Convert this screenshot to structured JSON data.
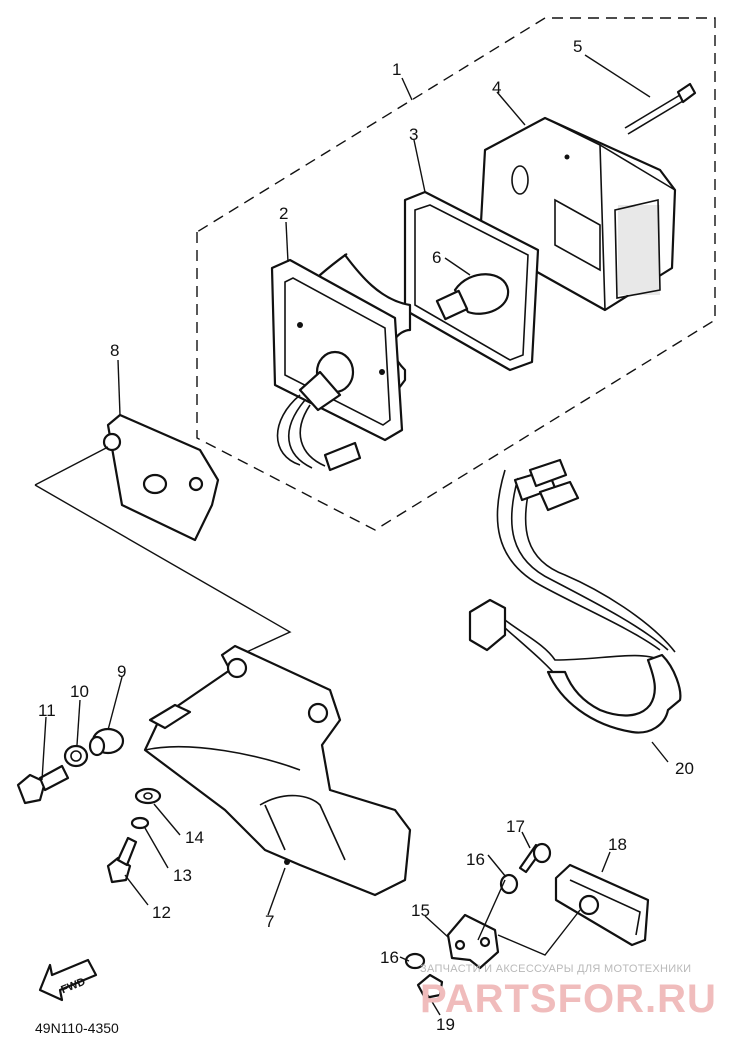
{
  "diagram": {
    "callouts": [
      "1",
      "2",
      "3",
      "4",
      "5",
      "6",
      "7",
      "8",
      "9",
      "10",
      "11",
      "12",
      "13",
      "14",
      "15",
      "16",
      "16",
      "17",
      "18",
      "19",
      "20"
    ],
    "direction_label": "FWD",
    "drawing_code": "49N110-4350"
  },
  "watermark": {
    "tagline": "ЗАПЧАСТИ И АКСЕССУАРЫ ДЛЯ МОТОТЕХНИКИ",
    "brand": "PARTSFOR.RU"
  }
}
